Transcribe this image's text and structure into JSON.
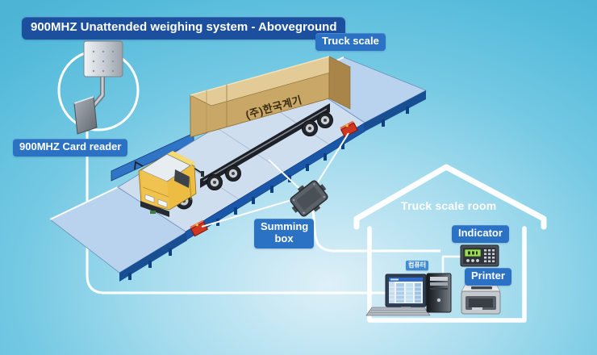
{
  "title": "900MHZ Unattended weighing system - Aboveground",
  "labels": {
    "card_reader": "900MHZ Card reader",
    "truck_scale": "Truck scale",
    "summing_box": "Summing box",
    "truck_scale_room": "Truck scale room",
    "indicator": "Indicator",
    "printer": "Printer",
    "computer_badge": "컴퓨터"
  },
  "truck": {
    "container_text": "(주)한국계기"
  },
  "colors": {
    "title_bg": "#1c4f9e",
    "label_bg": "#2b72c4",
    "badge_bg": "#3f8cd6",
    "sky": "#55bbdb",
    "sky_light": "#dff0f8",
    "scale_deck": "#cfdeef",
    "scale_skirt": "#1a57a8",
    "ramp": "#b9d3ee",
    "load_cell": "#cf3720",
    "cable": "#ffffff",
    "truck_cab": "#edbc42",
    "truck_container": "#c9a766",
    "house_outline": "#ffffff"
  }
}
